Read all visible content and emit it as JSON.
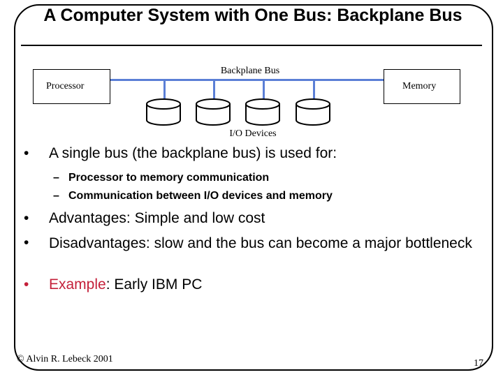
{
  "slide": {
    "title": "A Computer System with One Bus: Backplane Bus",
    "diagram": {
      "bus_label": "Backplane Bus",
      "processor_label": "Processor",
      "memory_label": "Memory",
      "io_label": "I/O Devices",
      "bus_color": "#5b7fd6",
      "device_count": 4
    },
    "bullets": {
      "b1": "A single bus (the backplane bus) is used for:",
      "b1_sub": [
        "Processor to memory communication",
        "Communication between I/O devices and memory"
      ],
      "b2": "Advantages: Simple and low cost",
      "b3": "Disadvantages: slow and the bus can become a major bottleneck",
      "b4_highlight": "Example",
      "b4_rest": ": Early IBM PC",
      "bullet_glyph": "•",
      "dash_glyph": "–",
      "highlight_color": "#c4203a"
    },
    "footer": "© Alvin R. Lebeck 2001",
    "page_number": "17"
  }
}
